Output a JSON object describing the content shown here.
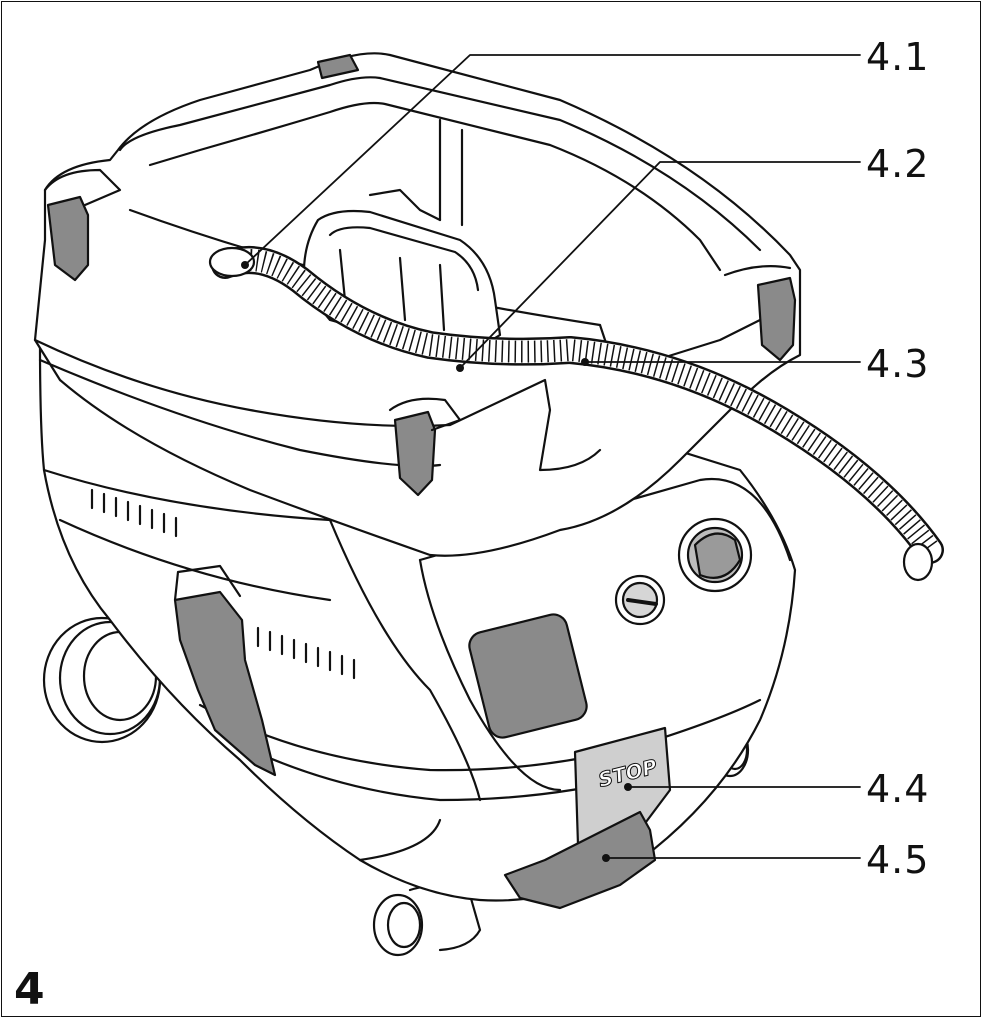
{
  "figure": {
    "number": "4"
  },
  "callouts": [
    {
      "id": "4.1",
      "label": "4.1"
    },
    {
      "id": "4.2",
      "label": "4.2"
    },
    {
      "id": "4.3",
      "label": "4.3"
    },
    {
      "id": "4.4",
      "label": "4.4"
    },
    {
      "id": "4.5",
      "label": "4.5"
    }
  ],
  "device": {
    "stop_label": "STOP"
  },
  "colors": {
    "line": "#111111",
    "dark_part": "#8a8a8a",
    "light_part": "#c9c9c9",
    "background": "#ffffff"
  }
}
